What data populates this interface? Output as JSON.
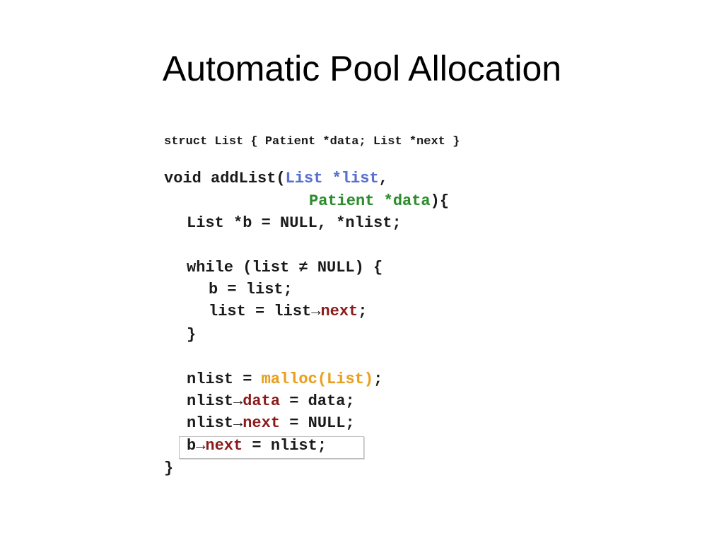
{
  "title": "Automatic Pool Allocation",
  "code": {
    "struct_line": "struct List { Patient *data; List *next }",
    "l_void_a": "void addList(",
    "l_void_b": "List *list",
    "l_void_c": ",",
    "l_patient_a": "Patient *data",
    "l_patient_b": "){",
    "l_decl": "List *b = NULL, *nlist;",
    "l_while": "while (list ≠ NULL) {",
    "l_b_assign": "b = list;",
    "l_list_next_a": "list = list→",
    "l_list_next_b": "next",
    "l_list_next_c": ";",
    "l_close_inner": "}",
    "l_malloc_a": "nlist = ",
    "l_malloc_b": "malloc(List)",
    "l_malloc_c": ";",
    "l_data_a": "nlist→",
    "l_data_b": "data",
    "l_data_c": " = data;",
    "l_nextnull_a": "nlist→",
    "l_nextnull_b": "next",
    "l_nextnull_c": " = NULL;",
    "l_bnext_a": "b→",
    "l_bnext_b": "next",
    "l_bnext_c": " = nlist;",
    "l_close_outer": "}"
  },
  "colors": {
    "param_list": "#5a6fd0",
    "param_data": "#2e8b2e",
    "field": "#8b1a1a",
    "malloc": "#e8a020"
  }
}
